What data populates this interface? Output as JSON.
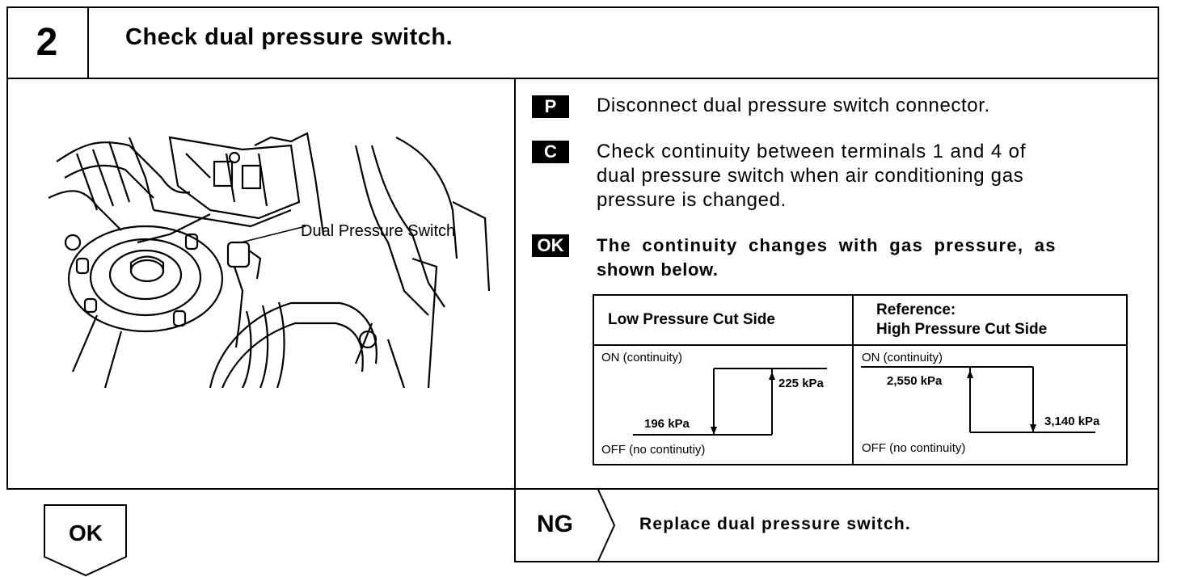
{
  "step": {
    "number": "2",
    "title": "Check dual pressure switch."
  },
  "illustration": {
    "callout_label": "Dual Pressure Switch"
  },
  "instructions": [
    {
      "icon": "P",
      "text": "Disconnect dual pressure switch connector."
    },
    {
      "icon": "C",
      "lines": [
        "Check continuity between terminals 1 and 4 of",
        "dual pressure switch when air conditioning gas",
        "pressure is changed."
      ]
    },
    {
      "icon": "OK",
      "lines": [
        "The continuity changes with gas pressure, as",
        "shown below."
      ]
    }
  ],
  "table": {
    "col1_header": "Low Pressure Cut Side",
    "col2_header_line1": "Reference:",
    "col2_header_line2": "High Pressure Cut Side",
    "low": {
      "on_label": "ON (continuity)",
      "off_label": "OFF (no continutiy)",
      "falling_value": "196 kPa",
      "rising_value": "225 kPa"
    },
    "high": {
      "on_label": "ON (continuity)",
      "off_label": "OFF (no continuity)",
      "rising_value": "2,550 kPa",
      "falling_value": "3,140 kPa"
    }
  },
  "results": {
    "ok_label": "OK",
    "ng_label": "NG",
    "ng_action": "Replace dual pressure switch."
  }
}
